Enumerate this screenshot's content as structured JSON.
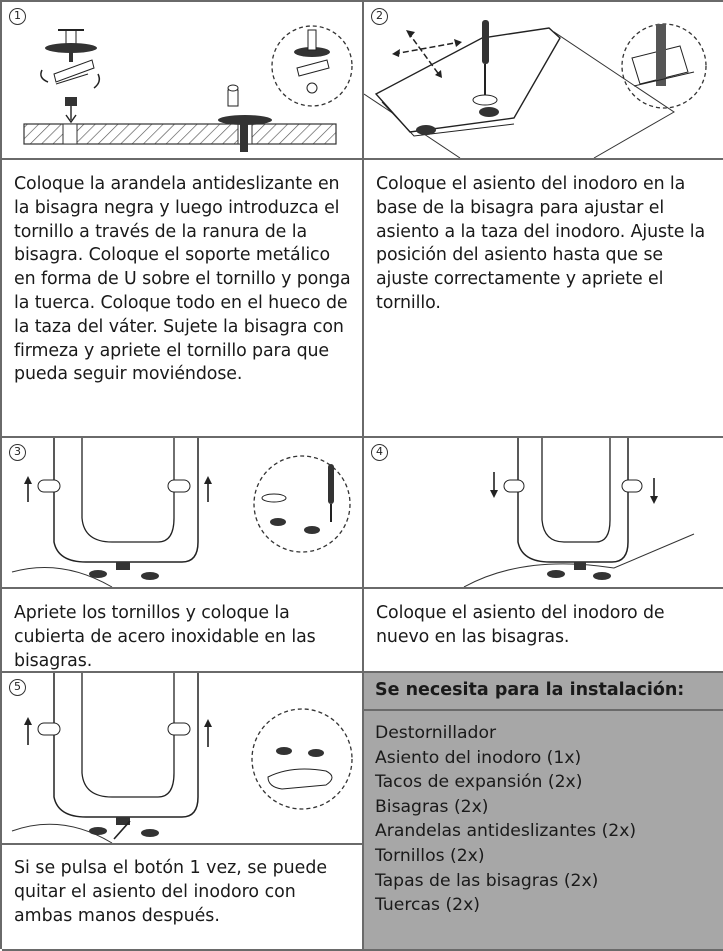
{
  "steps": [
    {
      "number": "1",
      "text": "Coloque la arandela antideslizante en la bisagra negra y luego introduzca el tornillo a través de la ranura de la bisagra. Coloque el soporte metálico en forma de U sobre el tornillo y ponga la tuerca. Coloque todo en el hueco de la taza del váter. Sujete la bisagra con firmeza y apriete el tornillo para que pueda seguir moviéndose."
    },
    {
      "number": "2",
      "text": "Coloque el asiento del inodoro en la base de la bisagra para ajustar el asiento a la taza del inodoro. Ajuste la posición del asiento hasta que se ajuste correctamente y apriete el tornillo."
    },
    {
      "number": "3",
      "text": "Apriete los tornillos y coloque la cubierta de acero inoxidable en las bisagras."
    },
    {
      "number": "4",
      "text": "Coloque el asiento del inodoro de nuevo en las bisagras."
    },
    {
      "number": "5",
      "text": "Si se pulsa el botón 1 vez, se puede quitar el asiento del inodoro con ambas manos después."
    }
  ],
  "needs": {
    "title": "Se necesita para la instalación:",
    "items": [
      "Destornillador",
      "Asiento del inodoro (1x)",
      "Tacos de expansión (2x)",
      "Bisagras (2x)",
      "Arandelas antideslizantes (2x)",
      "Tornillos (2x)",
      "Tapas de las bisagras (2x)",
      "Tuercas (2x)"
    ]
  },
  "colors": {
    "border": "#6a6a6a",
    "panel": "#a7a7a7",
    "text": "#1a1a1a"
  }
}
